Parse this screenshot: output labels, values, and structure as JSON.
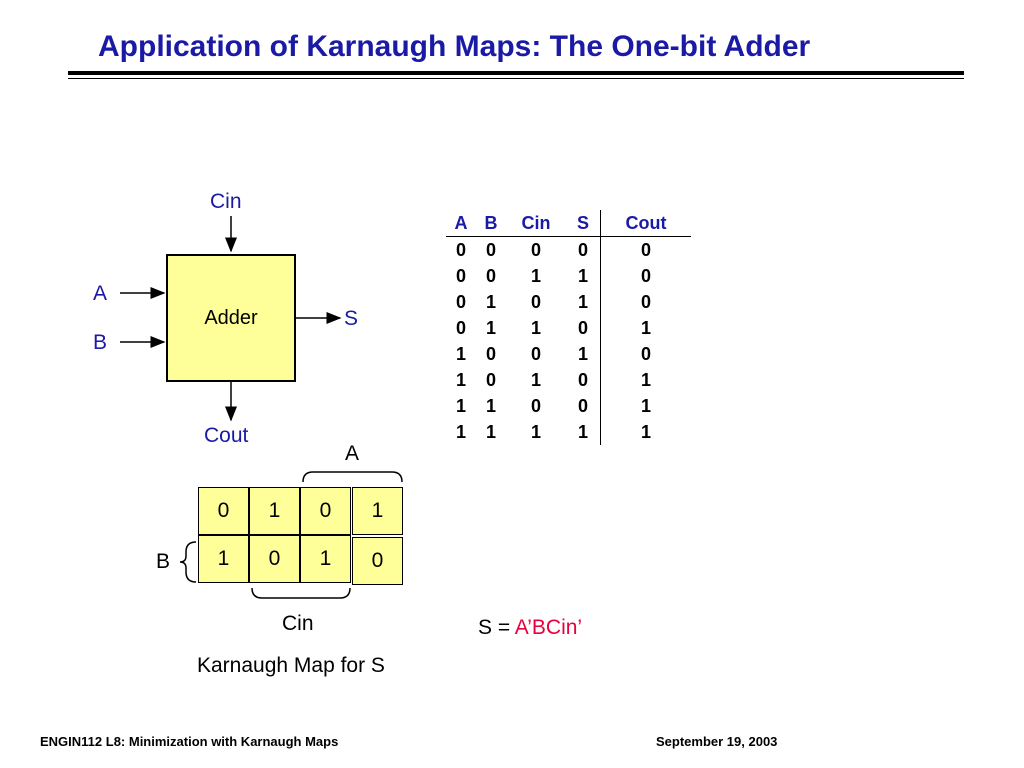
{
  "slide": {
    "title": "Application of Karnaugh Maps: The One-bit Adder"
  },
  "block_diagram": {
    "box_label": "Adder",
    "input_top": "Cin",
    "input_a": "A",
    "input_b": "B",
    "output_right": "S",
    "output_bottom": "Cout",
    "box_color": "#ffff99",
    "label_color": "#1a1aa6"
  },
  "truth_table": {
    "headers": [
      "A",
      "B",
      "Cin",
      "S",
      "Cout"
    ],
    "rows": [
      [
        "0",
        "0",
        "0",
        "0",
        "0"
      ],
      [
        "0",
        "0",
        "1",
        "1",
        "0"
      ],
      [
        "0",
        "1",
        "0",
        "1",
        "0"
      ],
      [
        "0",
        "1",
        "1",
        "0",
        "1"
      ],
      [
        "1",
        "0",
        "0",
        "1",
        "0"
      ],
      [
        "1",
        "0",
        "1",
        "0",
        "1"
      ],
      [
        "1",
        "1",
        "0",
        "0",
        "1"
      ],
      [
        "1",
        "1",
        "1",
        "1",
        "1"
      ]
    ]
  },
  "karnaugh_map": {
    "top_label": "A",
    "side_label": "B",
    "bottom_label": "Cin",
    "caption": "Karnaugh Map for S",
    "row0": [
      "0",
      "1",
      "0",
      "1"
    ],
    "row1": [
      "1",
      "0",
      "1",
      "0"
    ],
    "cell_color": "#ffff99"
  },
  "expression": {
    "lhs": "S = ",
    "rhs": "A’BCin’",
    "rhs_color": "#e8003c"
  },
  "footer": {
    "course": "ENGIN112  L8: Minimization with Karnaugh Maps",
    "date": "September 19, 2003"
  }
}
